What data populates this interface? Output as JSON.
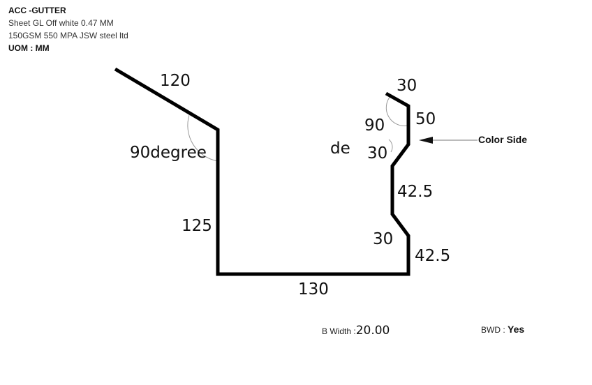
{
  "header": {
    "title": "ACC -GUTTER",
    "material_line1": "Sheet GL Off white 0.47 MM",
    "material_line2": "150GSM 550 MPA JSW steel ltd",
    "uom": "UOM : MM"
  },
  "diagram": {
    "segments": {
      "top_left": "120",
      "left_vertical": "125",
      "bottom": "130",
      "right_lower": "42.5",
      "right_middle": "42.5",
      "right_upper": "50",
      "top_right": "30"
    },
    "angles": {
      "left_corner_part1": "90degree",
      "left_corner_part2": "de",
      "top_right_corner": "90",
      "upper_bend": "30",
      "lower_bend": "30"
    },
    "color_side_label": "Color Side"
  },
  "footer": {
    "b_width_label": "B Width :",
    "b_width_value": "20.00",
    "bwd_label": "BWD : ",
    "bwd_value": "Yes"
  }
}
